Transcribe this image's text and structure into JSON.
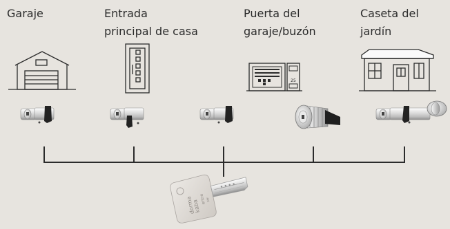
{
  "locations": [
    {
      "id": "garage",
      "lines": [
        "Garaje"
      ],
      "lock": "cylinder"
    },
    {
      "id": "front-door",
      "lines": [
        "Entrada",
        "principal de casa"
      ],
      "lock": "cylinder"
    },
    {
      "id": "garage-door-mailbox",
      "lines": [
        "Puerta del",
        "garaje/buzón"
      ],
      "lock": "cam-lock"
    },
    {
      "id": "garden-shed",
      "lines": [
        "Caseta del",
        "jardín"
      ],
      "lock": "thumb-turn-cylinder"
    }
  ],
  "mailbox_number": "25",
  "key": {
    "brand_line1": "dorma",
    "brand_line2": "kaba",
    "model": "entro",
    "suffix": "sw"
  },
  "colors": {
    "background": "#e7e4df",
    "line": "#2b2b2b",
    "metal_light": "#f4f4f2",
    "metal_dark": "#8e8e8e",
    "key_body": "#ded9d4"
  },
  "icons": [
    "garage-icon",
    "front-door-icon",
    "gate-mailbox-icon",
    "garden-shed-icon",
    "key-icon",
    "cylinder-lock-icon",
    "cam-lock-icon"
  ]
}
